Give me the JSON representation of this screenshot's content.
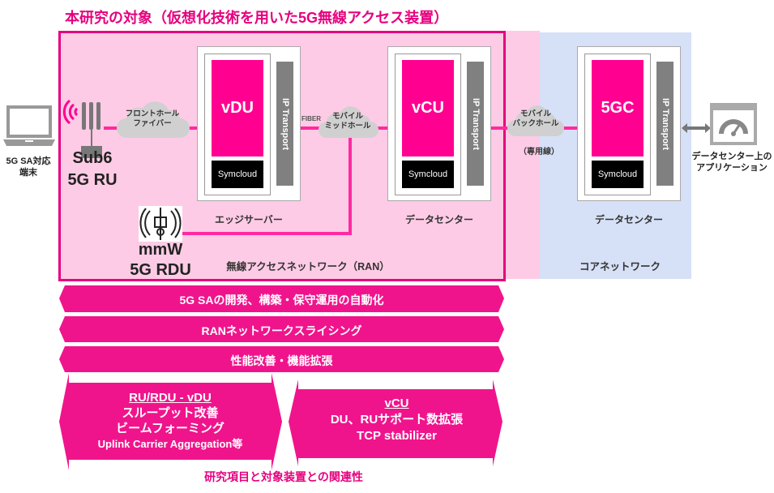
{
  "title": "本研究の対象（仮想化技術を用いた5G無線アクセス装置）",
  "terminal": {
    "label_line1": "5G SA対応",
    "label_line2": "端末"
  },
  "ru": {
    "line1": "Sub6",
    "line2": "5G RU"
  },
  "rdu": {
    "line1": "mmW",
    "line2": "5G RDU"
  },
  "fronthaul": {
    "line1": "フロントホール",
    "line2": "ファイバー"
  },
  "midhaul": {
    "line1": "モバイル",
    "line2": "ミッドホール",
    "fiber_label": "FIBER"
  },
  "backhaul": {
    "line1": "モバイル",
    "line2": "バックホール",
    "note": "（専用線）"
  },
  "servers": [
    {
      "function": "vDU",
      "platform": "Symcloud",
      "transport": "IP Transport",
      "location": "エッジサーバー"
    },
    {
      "function": "vCU",
      "platform": "Symcloud",
      "transport": "IP Transport",
      "location": "データセンター"
    },
    {
      "function": "5GC",
      "platform": "Symcloud",
      "transport": "IP Transport",
      "location": "データセンター"
    }
  ],
  "ran_label": "無線アクセスネットワーク（RAN）",
  "core_label": "コアネットワーク",
  "app": {
    "line1": "データセンター上の",
    "line2": "アプリケーション"
  },
  "research": {
    "bars": [
      "5G SAの開発、構築・保守運用の自動化",
      "RANネットワークスライシング",
      "性能改善・機能拡張"
    ],
    "left": {
      "heading": "RU/RDU - vDU",
      "items": [
        "スループット改善",
        "ビームフォーミング",
        "Uplink Carrier Aggregation等"
      ]
    },
    "right": {
      "heading": "vCU",
      "items": [
        "DU、RUサポート数拡張",
        "TCP stabilizer"
      ]
    },
    "caption": "研究項目と対象装置との関連性"
  },
  "colors": {
    "accent": "#e6007e",
    "arrow": "#f0148c",
    "ran_bg": "#fdcbe5",
    "core_bg": "#d6e0f6"
  }
}
